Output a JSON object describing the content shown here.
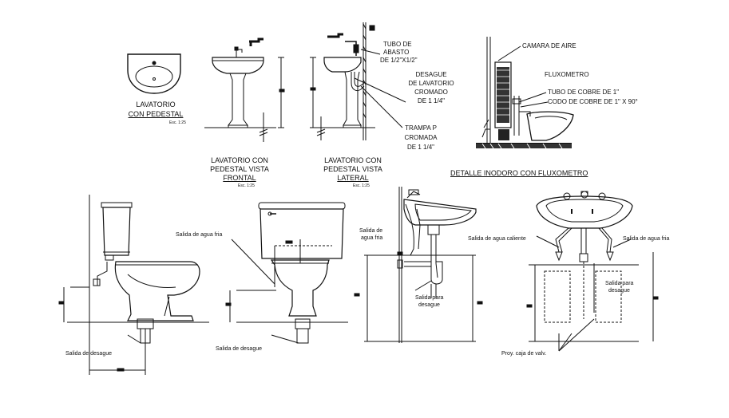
{
  "sheet": {
    "lav_plan_title_1": "LAVATORIO",
    "lav_plan_title_2": "CON PEDESTAL",
    "lav_plan_scale": "Esc. 1:25",
    "lav_front_title_1": "LAVATORIO CON",
    "lav_front_title_2": "PEDESTAL VISTA",
    "lav_front_title_3": "FRONTAL",
    "lav_front_scale": "Esc. 1:25",
    "lav_side_title_1": "LAVATORIO CON",
    "lav_side_title_2": "PEDESTAL VISTA",
    "lav_side_title_3": "LATERAL",
    "lav_side_scale": "Esc. 1:25",
    "tubo_abasto_1": "TUBO DE",
    "tubo_abasto_2": "ABASTO",
    "tubo_abasto_3": "DE 1/2\"X1/2\"",
    "desague_1": "DESAGUE",
    "desague_2": "DE LAVATORIO",
    "desague_3": "CROMADO",
    "desague_4": "DE 1 1/4\"",
    "trampa_1": "TRAMPA P",
    "trampa_2": "CROMADA",
    "trampa_3": "DE 1 1/4\"",
    "camara_aire": "CAMARA DE AIRE",
    "fluxometro": "FLUXOMETRO",
    "tubo_cobre": "TUBO DE COBRE DE 1\"",
    "codo_cobre": "CODO DE COBRE DE 1\" X 90°",
    "detalle_inodoro": "DETALLE INODORO CON FLUXOMETRO",
    "wc_side_agua_fria": "Salida de agua fria",
    "wc_side_desague": "Salida de desague",
    "wc_front_desague": "Salida de desague",
    "sink_agua_fria_1": "Salida de",
    "sink_agua_fria_2": "agua fria",
    "sink_desague_1": "Salida para",
    "sink_desague_2": "desague",
    "lav2_agua_caliente": "Salida de agua caliente",
    "lav2_agua_fria": "Salida de agua fria",
    "lav2_desague_1": "Salida para",
    "lav2_desague_2": "desague",
    "lav2_caja": "Proy. caja de valv."
  }
}
